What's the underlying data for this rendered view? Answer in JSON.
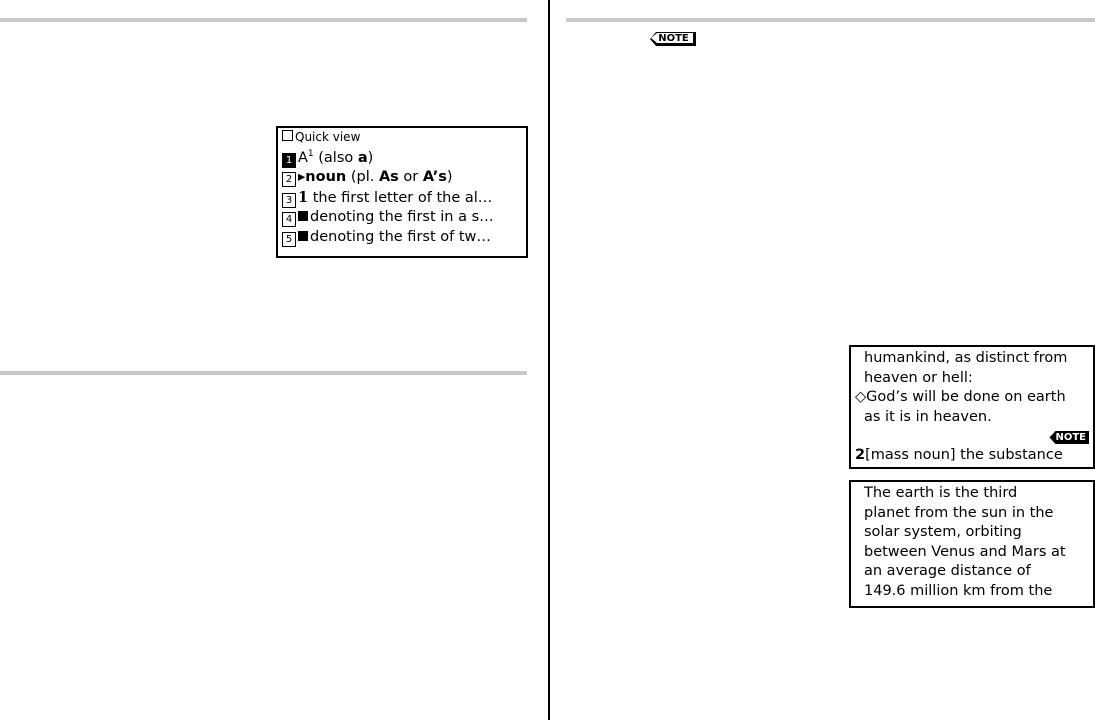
{
  "quick_view": {
    "title": "Quick view",
    "lines": [
      {
        "n": "1",
        "pre": "A",
        "sup": "1",
        "text": " (also ",
        "bold": "a",
        "post": ")"
      },
      {
        "n": "2",
        "marker": "▸",
        "bold": "noun",
        "text": " (pl. ",
        "bold2": "As",
        "mid": " or ",
        "bold3": "A’s",
        "post": ")"
      },
      {
        "n": "3",
        "bold": "1",
        "text": " the first letter of the al…"
      },
      {
        "n": "4",
        "text": "denoting the first in a s…"
      },
      {
        "n": "5",
        "text": "denoting the first of tw…"
      }
    ]
  },
  "note_badge": "NOTE",
  "entry_screen": {
    "lines": [
      "humankind, as distinct from",
      "heaven or hell:",
      "◇God’s will be done on earth",
      "as it is in heaven."
    ],
    "note": "NOTE",
    "sense_num": "2",
    "sense_text": "[mass noun] the substance"
  },
  "note_screen": {
    "lines": [
      "The earth is the third",
      "planet from the sun in the",
      "solar system, orbiting",
      "between Venus and Mars at",
      "an average distance of",
      "149.6 million km from the"
    ]
  }
}
